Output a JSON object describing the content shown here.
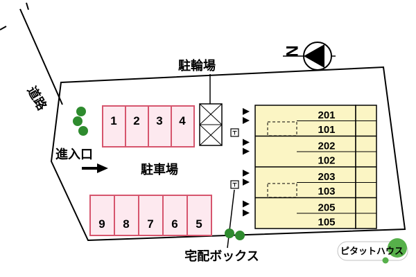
{
  "labels": {
    "road": "道路",
    "bicycle_parking": "駐輪場",
    "entrance": "進入口",
    "parking_lot": "駐車場",
    "delivery_box": "宅配ボックス",
    "compass_north": "N"
  },
  "parking": {
    "top_row": [
      "1",
      "2",
      "3",
      "4"
    ],
    "bottom_row": [
      "9",
      "8",
      "7",
      "6",
      "5"
    ]
  },
  "building": {
    "units": [
      {
        "upper": "201",
        "lower": "101"
      },
      {
        "upper": "202",
        "lower": "102"
      },
      {
        "upper": "203",
        "lower": "103"
      },
      {
        "upper": "205",
        "lower": "105"
      }
    ]
  },
  "logo": {
    "brand": "ピタットハウス"
  },
  "colors": {
    "stall_fill": "#fde9ef",
    "stall_border": "#d6556d",
    "building_fill": "#fbf5c4",
    "tree_green": "#2e8b2e",
    "logo_text_blue": "#1c3f9e",
    "logo_green": "#56b04a",
    "outline_black": "#000000"
  }
}
